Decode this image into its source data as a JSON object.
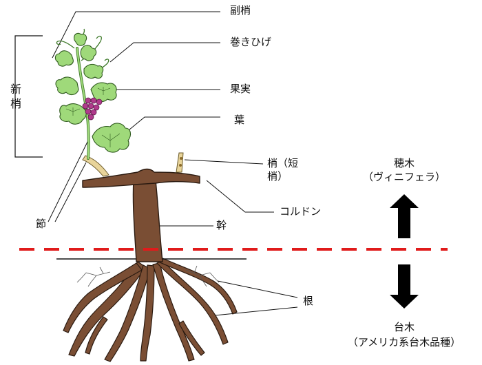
{
  "labels": {
    "fukushou": "副梢",
    "makihige": "巻きひげ",
    "kajitsu": "果実",
    "ha": "葉",
    "shinshou": "新梢",
    "shou_tan": "梢（短\n梢）",
    "korudon": "コルドン",
    "fushi": "節",
    "miki": "幹",
    "ne": "根"
  },
  "scion": {
    "title": "穂木",
    "sub": "（ヴィニフェラ）"
  },
  "rootstock": {
    "title": "台木",
    "sub": "（アメリカ系台木品種）"
  },
  "colors": {
    "graft_line": "#e01b1b",
    "leaf": "#9fd97a",
    "leaf_stroke": "#2f5a1e",
    "wood": "#7a4e34",
    "wood_stroke": "#2a1a10",
    "grape": "#b03a8c",
    "cane": "#e8d49a"
  }
}
